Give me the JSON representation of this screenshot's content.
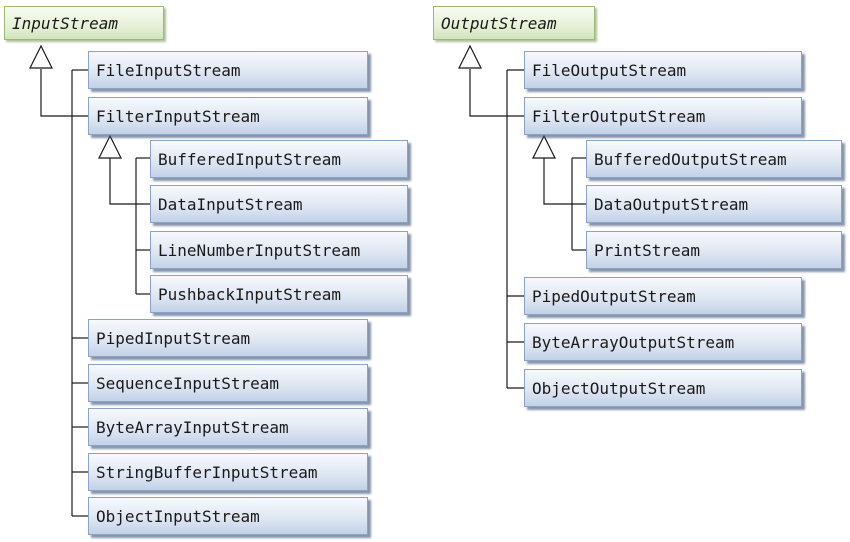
{
  "input_tree": {
    "root": "InputStream",
    "children": [
      {
        "label": "FileInputStream"
      },
      {
        "label": "FilterInputStream",
        "children": [
          {
            "label": "BufferedInputStream"
          },
          {
            "label": "DataInputStream"
          },
          {
            "label": "LineNumberInputStream"
          },
          {
            "label": "PushbackInputStream"
          }
        ]
      },
      {
        "label": "PipedInputStream"
      },
      {
        "label": "SequenceInputStream"
      },
      {
        "label": "ByteArrayInputStream"
      },
      {
        "label": "StringBufferInputStream"
      },
      {
        "label": "ObjectInputStream"
      }
    ]
  },
  "output_tree": {
    "root": "OutputStream",
    "children": [
      {
        "label": "FileOutputStream"
      },
      {
        "label": "FilterOutputStream",
        "children": [
          {
            "label": "BufferedOutputStream"
          },
          {
            "label": "DataOutputStream"
          },
          {
            "label": "PrintStream"
          }
        ]
      },
      {
        "label": "PipedOutputStream"
      },
      {
        "label": "ByteArrayOutputStream"
      },
      {
        "label": "ObjectOutputStream"
      }
    ]
  },
  "colors": {
    "line": "#1a1a1a",
    "box_border": "#8aa3c7",
    "root_border": "#9bbb72"
  }
}
